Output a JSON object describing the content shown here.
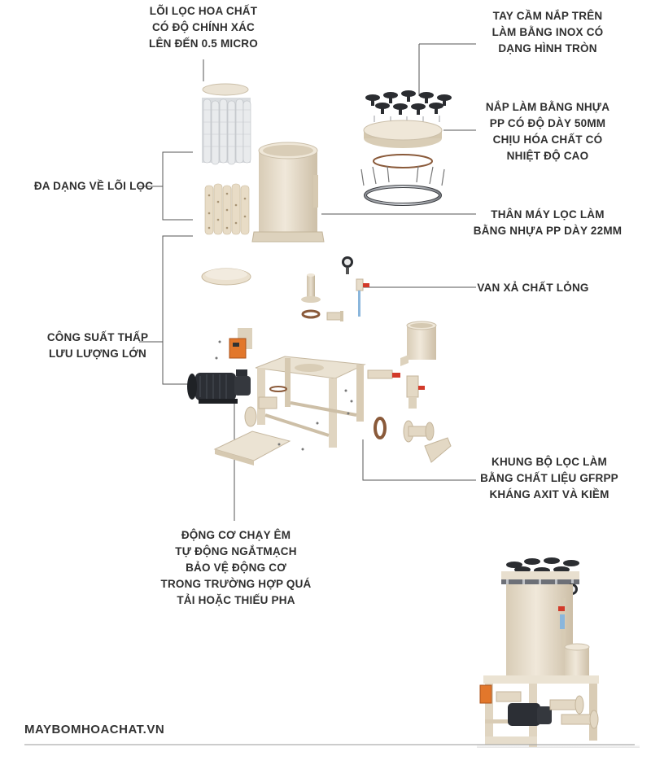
{
  "labels": {
    "filter_core": [
      "LÕI LỌC HOA CHẤT",
      "CÓ ĐỘ CHÍNH XÁC",
      "LÊN ĐẾN 0.5 MICRO"
    ],
    "handle": [
      "TAY CẦM NẮP TRÊN",
      "LÀM BẰNG INOX CÓ",
      "DẠNG HÌNH TRÒN"
    ],
    "lid": [
      "NẮP LÀM BẰNG NHỰA",
      "PP CÓ ĐỘ DÀY 50MM",
      "CHỊU HÓA CHẤT CÓ",
      "NHIỆT ĐỘ CAO"
    ],
    "variety": [
      "ĐA DẠNG VỀ LÕI LỌC"
    ],
    "body": [
      "THÂN MÁY LỌC LÀM",
      "BẰNG NHỰA PP DÀY 22MM"
    ],
    "valve": [
      "VAN XẢ CHẤT LỎNG"
    ],
    "capacity": [
      "CÔNG SUẤT THẤP",
      "LƯU LƯỢNG LỚN"
    ],
    "frame": [
      "KHUNG BỘ LỌC LÀM",
      "BẰNG CHẤT LIỆU GFRPP",
      "KHÁNG AXIT VÀ KIỀM"
    ],
    "motor": [
      "ĐỘNG CƠ CHẠY ÊM",
      "TỰ ĐỘNG NGẮTMẠCH",
      "BẢO VỆ ĐỘNG CƠ",
      "TRONG TRƯỜNG HỢP QUÁ",
      "TẢI HOẶC THIẾU PHA"
    ]
  },
  "website": "MAYBOMHOACHAT.VN",
  "colors": {
    "pp_beige": "#e6dccb",
    "pp_shadow": "#cfc3ae",
    "motor_black": "#2a2d33",
    "switch_orange": "#e2772b",
    "valve_red": "#d23a2a",
    "gasket_brown": "#8a5a3a",
    "leader_line": "#555555"
  }
}
